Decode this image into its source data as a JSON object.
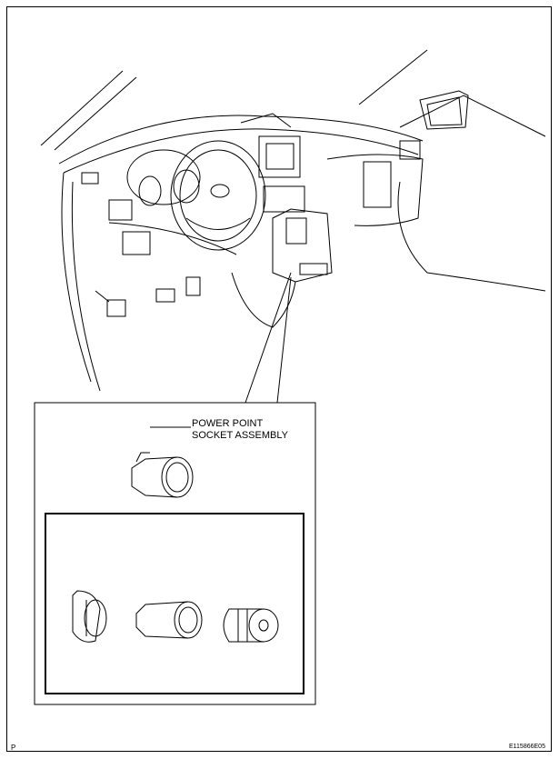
{
  "callout": {
    "line1": "POWER POINT",
    "line2": "SOCKET ASSEMBLY"
  },
  "footer": {
    "left_mark": "P",
    "figure_id": "E115866E05"
  }
}
